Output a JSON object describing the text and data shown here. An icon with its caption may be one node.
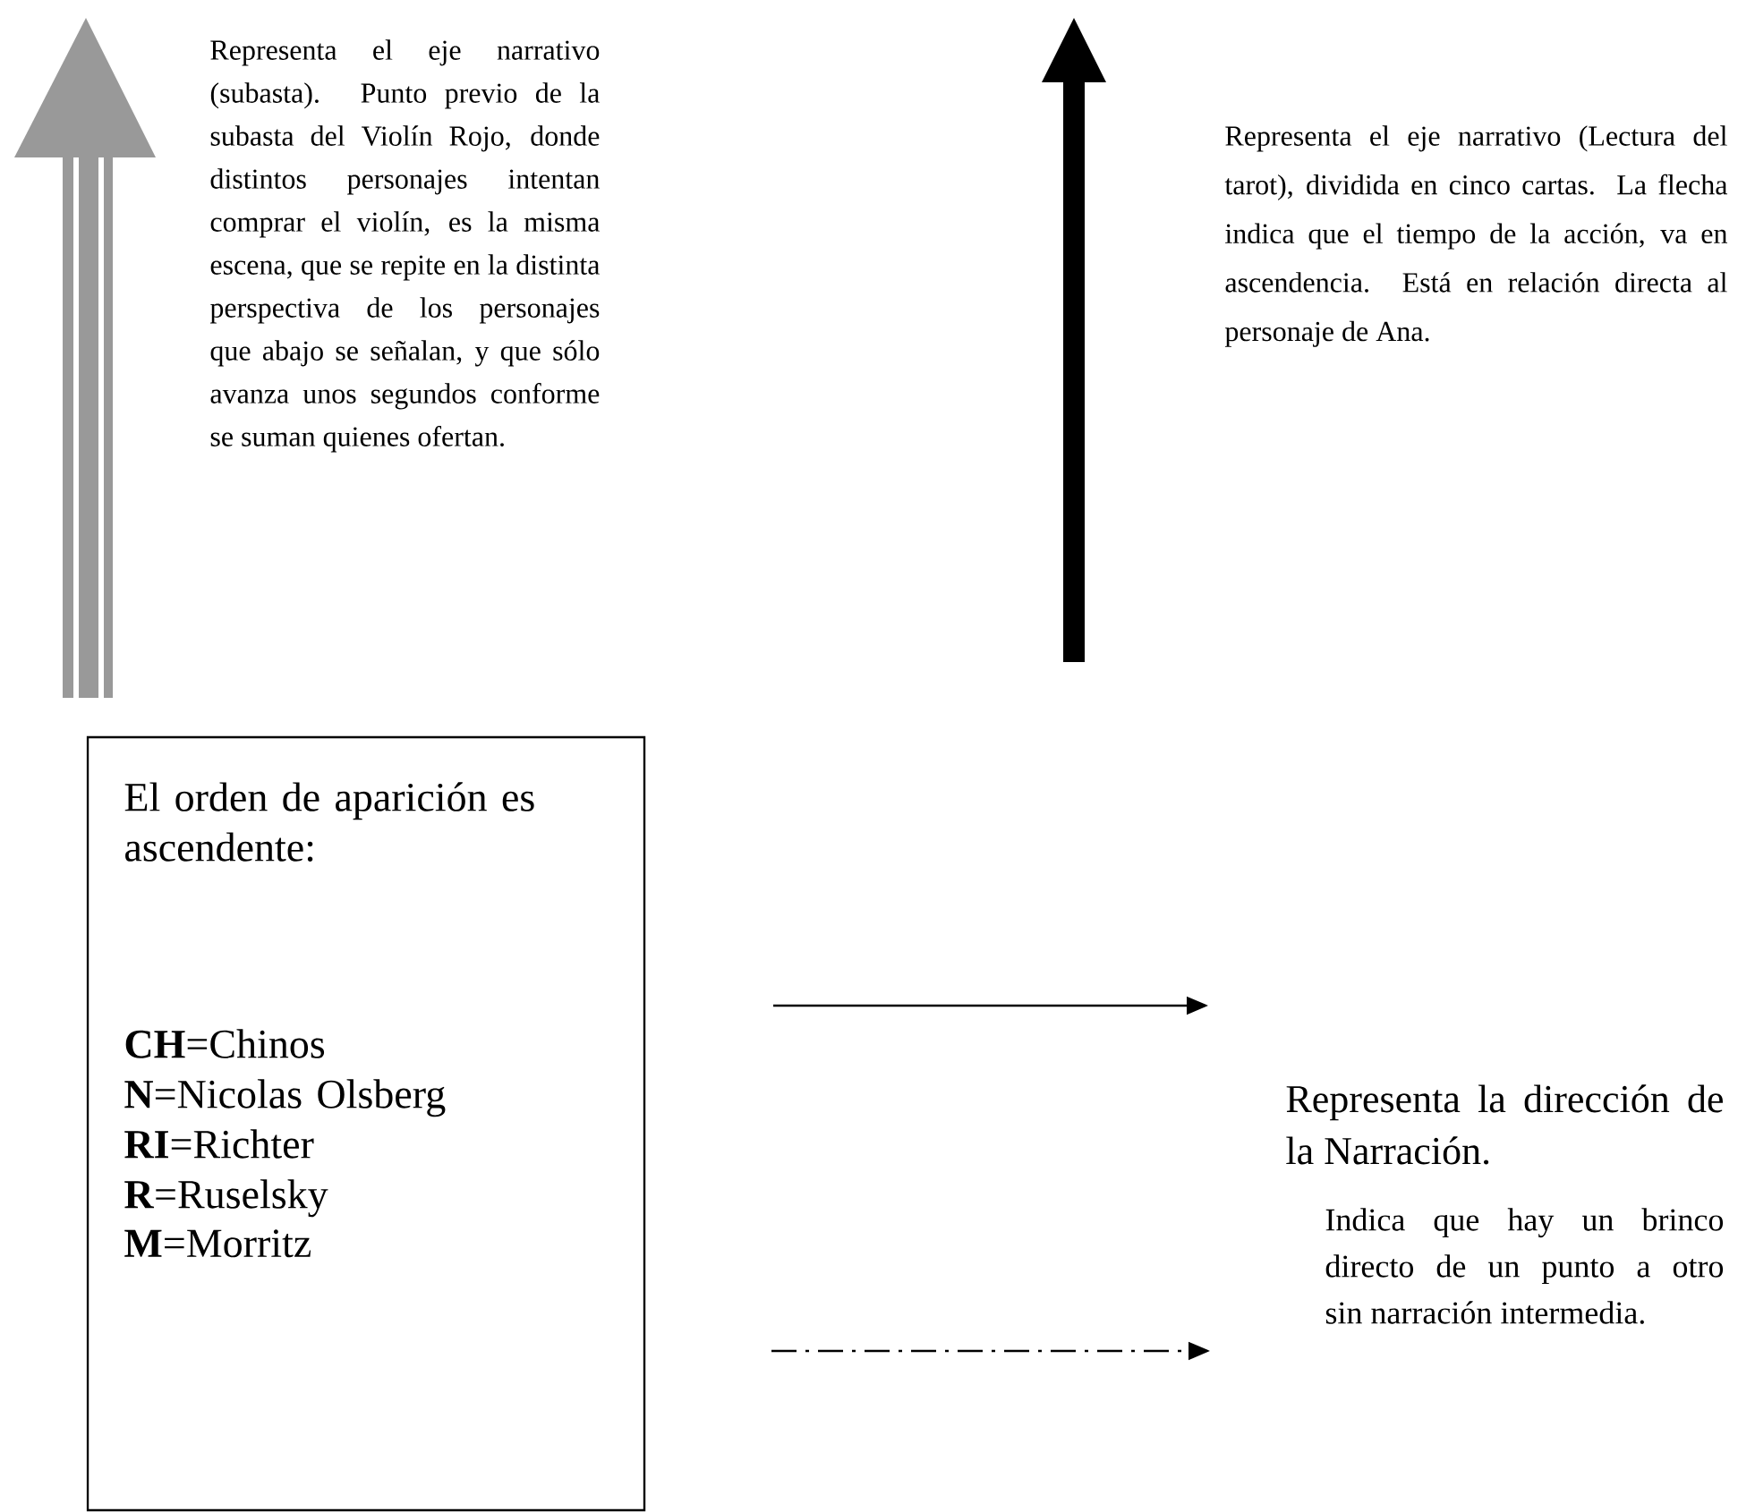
{
  "diagram": {
    "nodes": [
      {
        "text": [
          "El orden de aparición es ascendente:",
          "**CH**=Chinos",
          "**N**=Nicolas Olsberg",
          "**RI**=Richter",
          "**R**=Ruselsky",
          "**M**=Morritz"
        ]
      }
    ],
    "legend": [
      {
        "text": "Representa el eje narrativo (subasta). Punto previo de la subasta  del Violín Rojo, donde distintos personajes intentan comprar el violín, es la misma escena, que se repite en la distinta perspectiva de los personajes que abajo se señalan, y que sólo avanza unos segundos conforme se suman quienes ofertan."
      },
      {
        "text": "Representa el eje narrativo (Lectura del tarot), dividida en cinco cartas. La flecha indica que el tiempo de la acción, va en ascendencia. Está en relación directa al personaje de Ana."
      },
      {
        "text": "Representa la dirección de la Narración."
      },
      {
        "text": "Indica que hay un brinco directo de un punto a otro sin narración intermedia."
      }
    ]
  }
}
